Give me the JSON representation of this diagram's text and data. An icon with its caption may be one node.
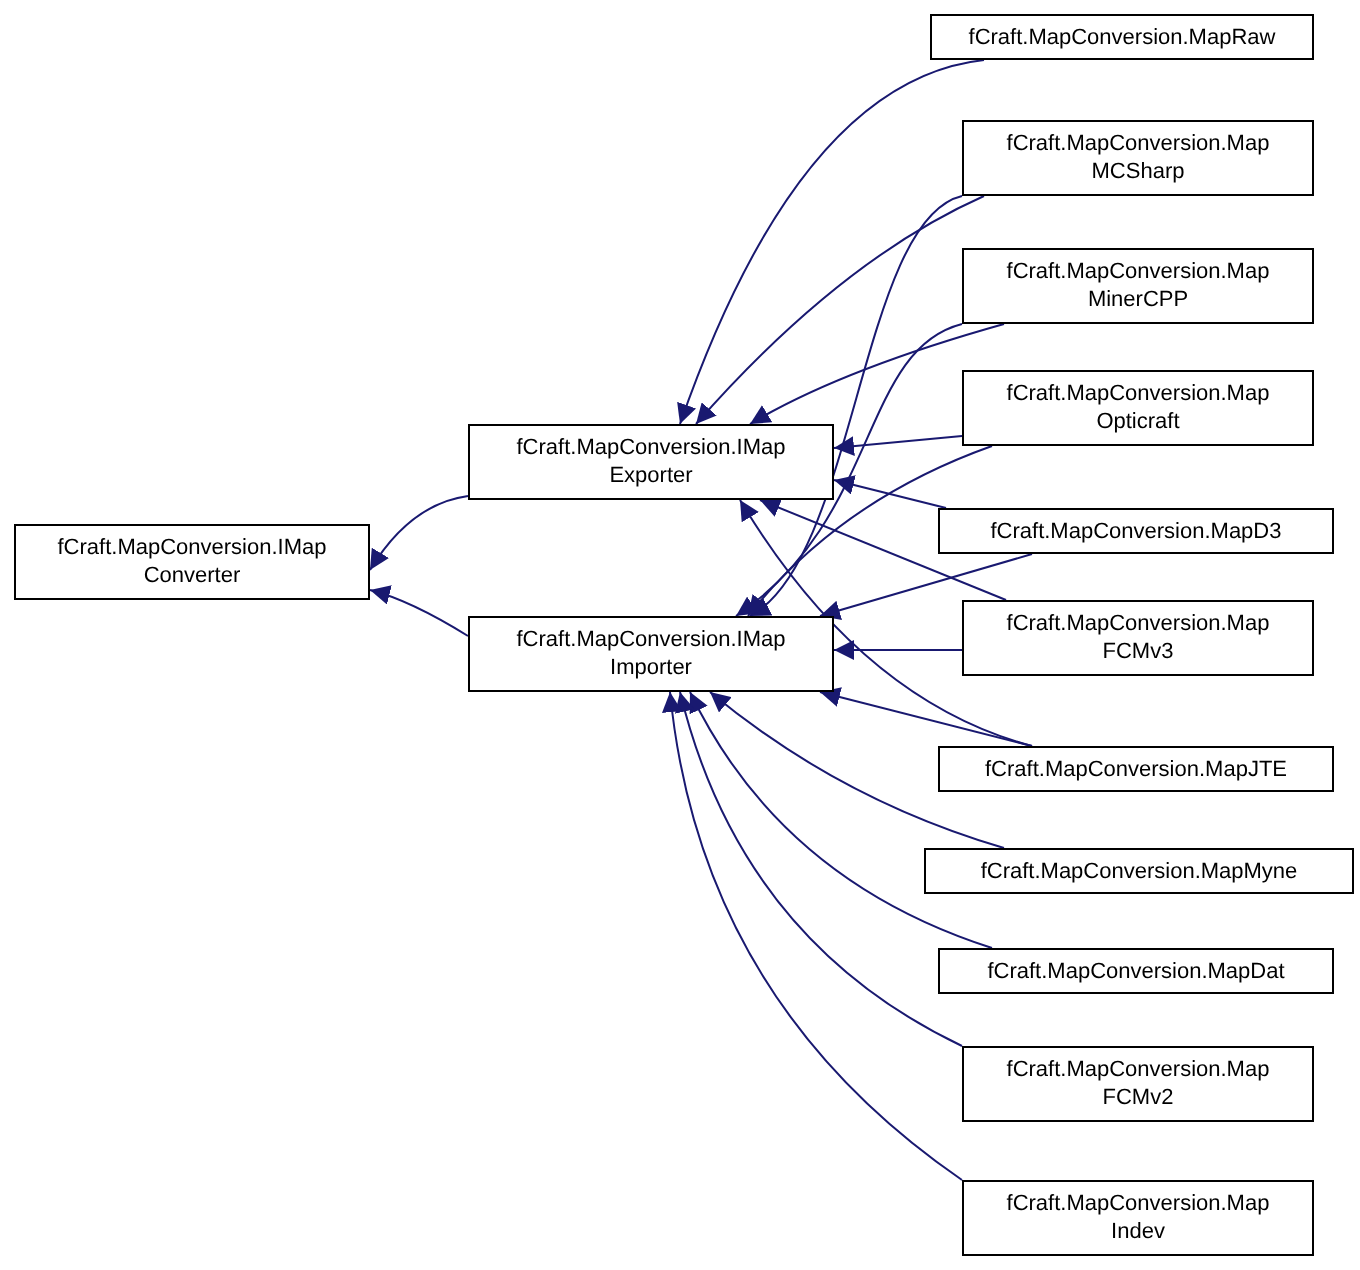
{
  "diagram": {
    "nodes": [
      {
        "text": [
          "fCraft.MapConversion.IMap Converter"
        ]
      },
      {
        "text": [
          "fCraft.MapConversion.IMap Exporter"
        ]
      },
      {
        "text": [
          "fCraft.MapConversion.IMap Importer"
        ]
      },
      {
        "text": [
          "fCraft.MapConversion.MapRaw"
        ]
      },
      {
        "text": [
          "fCraft.MapConversion.Map MCSharp"
        ]
      },
      {
        "text": [
          "fCraft.MapConversion.Map MinerCPP"
        ]
      },
      {
        "text": [
          "fCraft.MapConversion.Map Opticraft"
        ]
      },
      {
        "text": [
          "fCraft.MapConversion.MapD3"
        ]
      },
      {
        "text": [
          "fCraft.MapConversion.Map FCMv3"
        ]
      },
      {
        "text": [
          "fCraft.MapConversion.MapJTE"
        ]
      },
      {
        "text": [
          "fCraft.MapConversion.MapMyne"
        ]
      },
      {
        "text": [
          "fCraft.MapConversion.MapDat"
        ]
      },
      {
        "text": [
          "fCraft.MapConversion.Map FCMv2"
        ]
      },
      {
        "text": [
          "fCraft.MapConversion.Map Indev"
        ]
      }
    ],
    "edges": [
      {
        "from": 1,
        "to": 0,
        "arrow": "to"
      },
      {
        "from": 2,
        "to": 0,
        "arrow": "to"
      },
      {
        "from": 3,
        "to": 1,
        "arrow": "to"
      },
      {
        "from": 4,
        "to": 1,
        "arrow": "to"
      },
      {
        "from": 5,
        "to": 1,
        "arrow": "to"
      },
      {
        "from": 6,
        "to": 1,
        "arrow": "to"
      },
      {
        "from": 7,
        "to": 1,
        "arrow": "to"
      },
      {
        "from": 8,
        "to": 1,
        "arrow": "to"
      },
      {
        "from": 9,
        "to": 1,
        "arrow": "to"
      },
      {
        "from": 4,
        "to": 2,
        "arrow": "to"
      },
      {
        "from": 5,
        "to": 2,
        "arrow": "to"
      },
      {
        "from": 6,
        "to": 2,
        "arrow": "to"
      },
      {
        "from": 7,
        "to": 2,
        "arrow": "to"
      },
      {
        "from": 8,
        "to": 2,
        "arrow": "to"
      },
      {
        "from": 9,
        "to": 2,
        "arrow": "to"
      },
      {
        "from": 10,
        "to": 2,
        "arrow": "to"
      },
      {
        "from": 11,
        "to": 2,
        "arrow": "to"
      },
      {
        "from": 12,
        "to": 2,
        "arrow": "to"
      },
      {
        "from": 13,
        "to": 2,
        "arrow": "to"
      }
    ]
  }
}
